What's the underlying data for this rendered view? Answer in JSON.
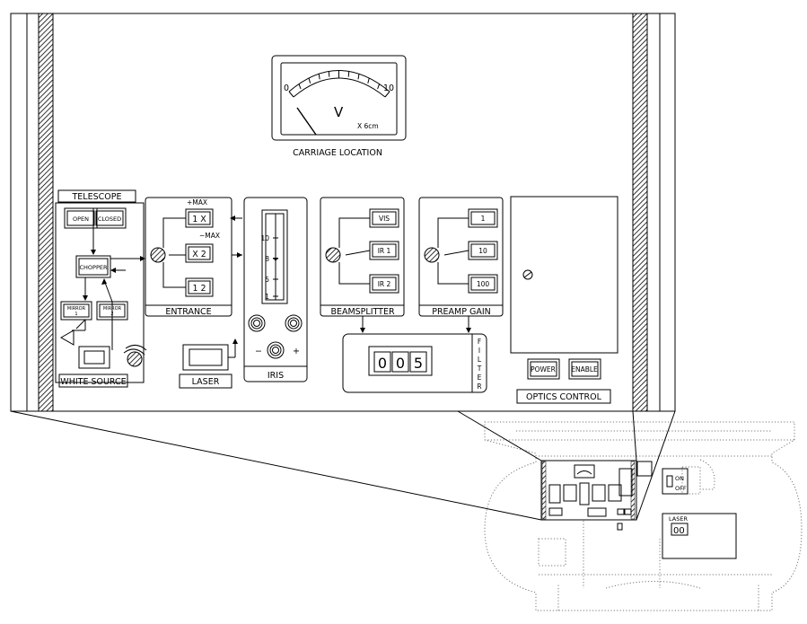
{
  "meter": {
    "scale_min": "0",
    "scale_max": "10",
    "unit_symbol": "V",
    "multiplier": "X 6cm",
    "caption": "CARRIAGE LOCATION"
  },
  "telescope": {
    "label": "TELESCOPE",
    "open_label": "OPEN",
    "closed_label": "CLOSED"
  },
  "chopper": {
    "label": "CHOPPER"
  },
  "mirror1": {
    "label_line1": "MIRROR",
    "label_line2": "1"
  },
  "mirror2": {
    "label_line1": "MIRROR",
    "label_line2": "2"
  },
  "white_source": {
    "label": "WHITE SOURCE"
  },
  "entrance": {
    "label": "ENTRANCE",
    "plus_max": "+MAX",
    "minus_max": "−MAX",
    "options": [
      "1 X",
      "X 2",
      "1 2"
    ]
  },
  "laser": {
    "label": "LASER"
  },
  "iris": {
    "label": "IRIS",
    "scale_ticks": [
      "10",
      "8",
      "5",
      "1"
    ],
    "minus": "−",
    "plus": "+"
  },
  "beamsplitter": {
    "label": "BEAMSPLITTER",
    "options": [
      "VIS",
      "IR 1",
      "IR 2"
    ]
  },
  "preamp": {
    "label": "PREAMP GAIN",
    "options": [
      "1",
      "10",
      "100"
    ]
  },
  "filter": {
    "label_letters": [
      "F",
      "I",
      "L",
      "T",
      "E",
      "R"
    ],
    "counter_digits": [
      "0",
      "0",
      "5"
    ]
  },
  "optics": {
    "label": "OPTICS CONTROL",
    "power_label": "POWER",
    "enable_label": "ENABLE"
  },
  "instrument": {
    "switch_on": "ON",
    "switch_off": "OFF",
    "laser_label": "LASER",
    "laser_display": "00"
  }
}
